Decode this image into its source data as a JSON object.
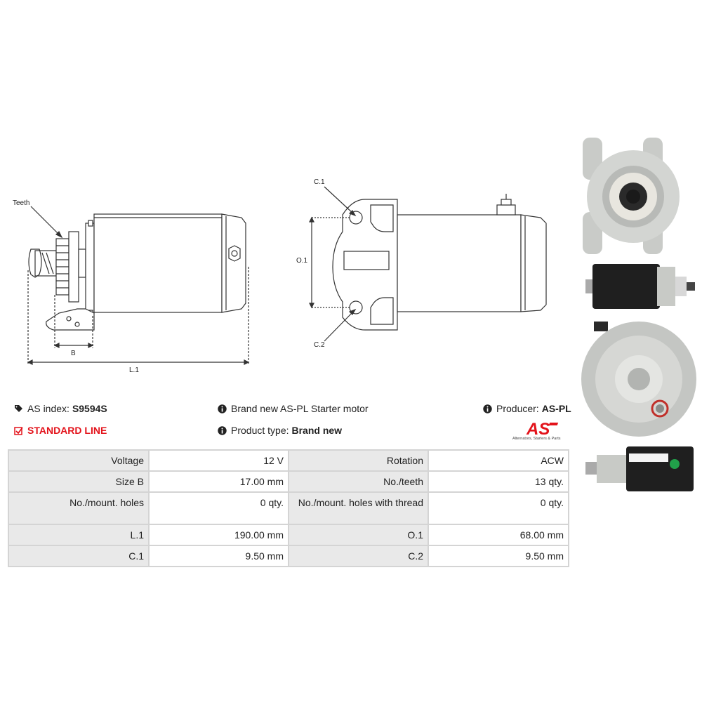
{
  "drawing": {
    "label_teeth": "Teeth",
    "label_b": "B",
    "label_l1": "L.1",
    "label_c1": "C.1",
    "label_o1": "O.1",
    "label_c2": "C.2"
  },
  "info": {
    "as_index_label": "AS index:",
    "as_index_value": "S9594S",
    "standard_line": "STANDARD LINE",
    "description": "Brand new AS-PL Starter motor",
    "product_type_label": "Product type:",
    "product_type_value": "Brand new",
    "producer_label": "Producer:",
    "producer_value": "AS-PL"
  },
  "logo": {
    "text": "AS",
    "tagline": "Alternators, Starters & Parts"
  },
  "specs": [
    {
      "k1": "Voltage",
      "v1": "12 V",
      "k2": "Rotation",
      "v2": "ACW"
    },
    {
      "k1": "Size B",
      "v1": "17.00 mm",
      "k2": "No./teeth",
      "v2": "13 qty."
    },
    {
      "k1": "No./mount. holes",
      "v1": "0 qty.",
      "k2": "No./mount. holes with thread",
      "v2": "0 qty."
    },
    {
      "k1": "L.1",
      "v1": "190.00 mm",
      "k2": "O.1",
      "v2": "68.00 mm"
    },
    {
      "k1": "C.1",
      "v1": "9.50 mm",
      "k2": "C.2",
      "v2": "9.50 mm"
    }
  ],
  "colors": {
    "accent_red": "#e3131b",
    "table_key_bg": "#e9e9e9",
    "table_border": "#d4d4d4"
  }
}
